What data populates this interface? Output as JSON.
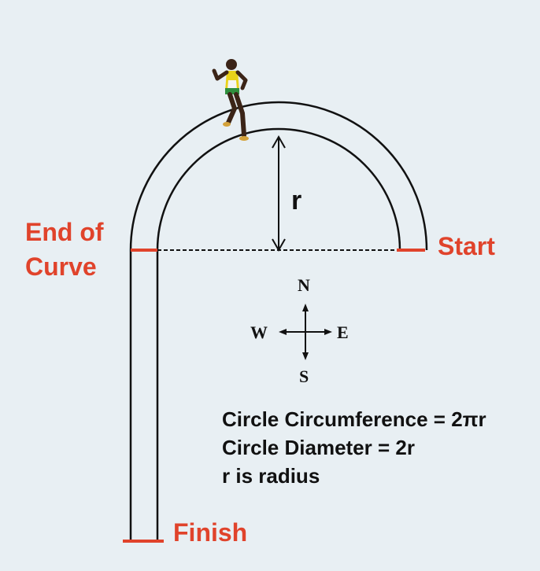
{
  "labels": {
    "end_of_curve_line1": "End of",
    "end_of_curve_line2": "Curve",
    "start": "Start",
    "finish": "Finish",
    "radius": "r"
  },
  "compass": {
    "north": "N",
    "south": "S",
    "east": "E",
    "west": "W"
  },
  "formulas": [
    "Circle Circumference = 2πr",
    "Circle Diameter = 2r",
    "r is radius"
  ],
  "colors": {
    "background": "#e8eff3",
    "accent_red": "#e0432b",
    "track_line": "#111111"
  },
  "icons": {
    "runner": "runner-icon"
  }
}
